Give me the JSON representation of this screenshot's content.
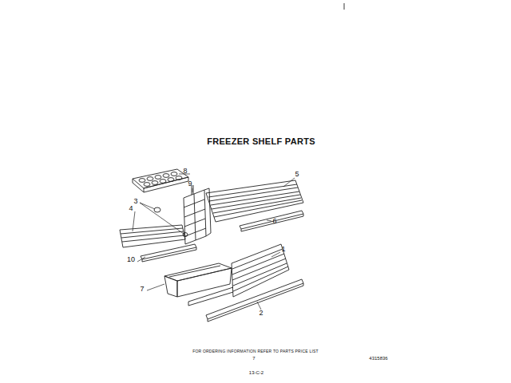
{
  "diagram": {
    "title": "FREEZER SHELF PARTS",
    "labels": [
      "8",
      "9",
      "5",
      "3",
      "4",
      "10",
      "6",
      "7",
      "1",
      "2",
      "FOR ORDERING INFORMATION REFER TO PARTS PRICE LIST",
      "7",
      "4315836",
      "13-C-2"
    ]
  }
}
